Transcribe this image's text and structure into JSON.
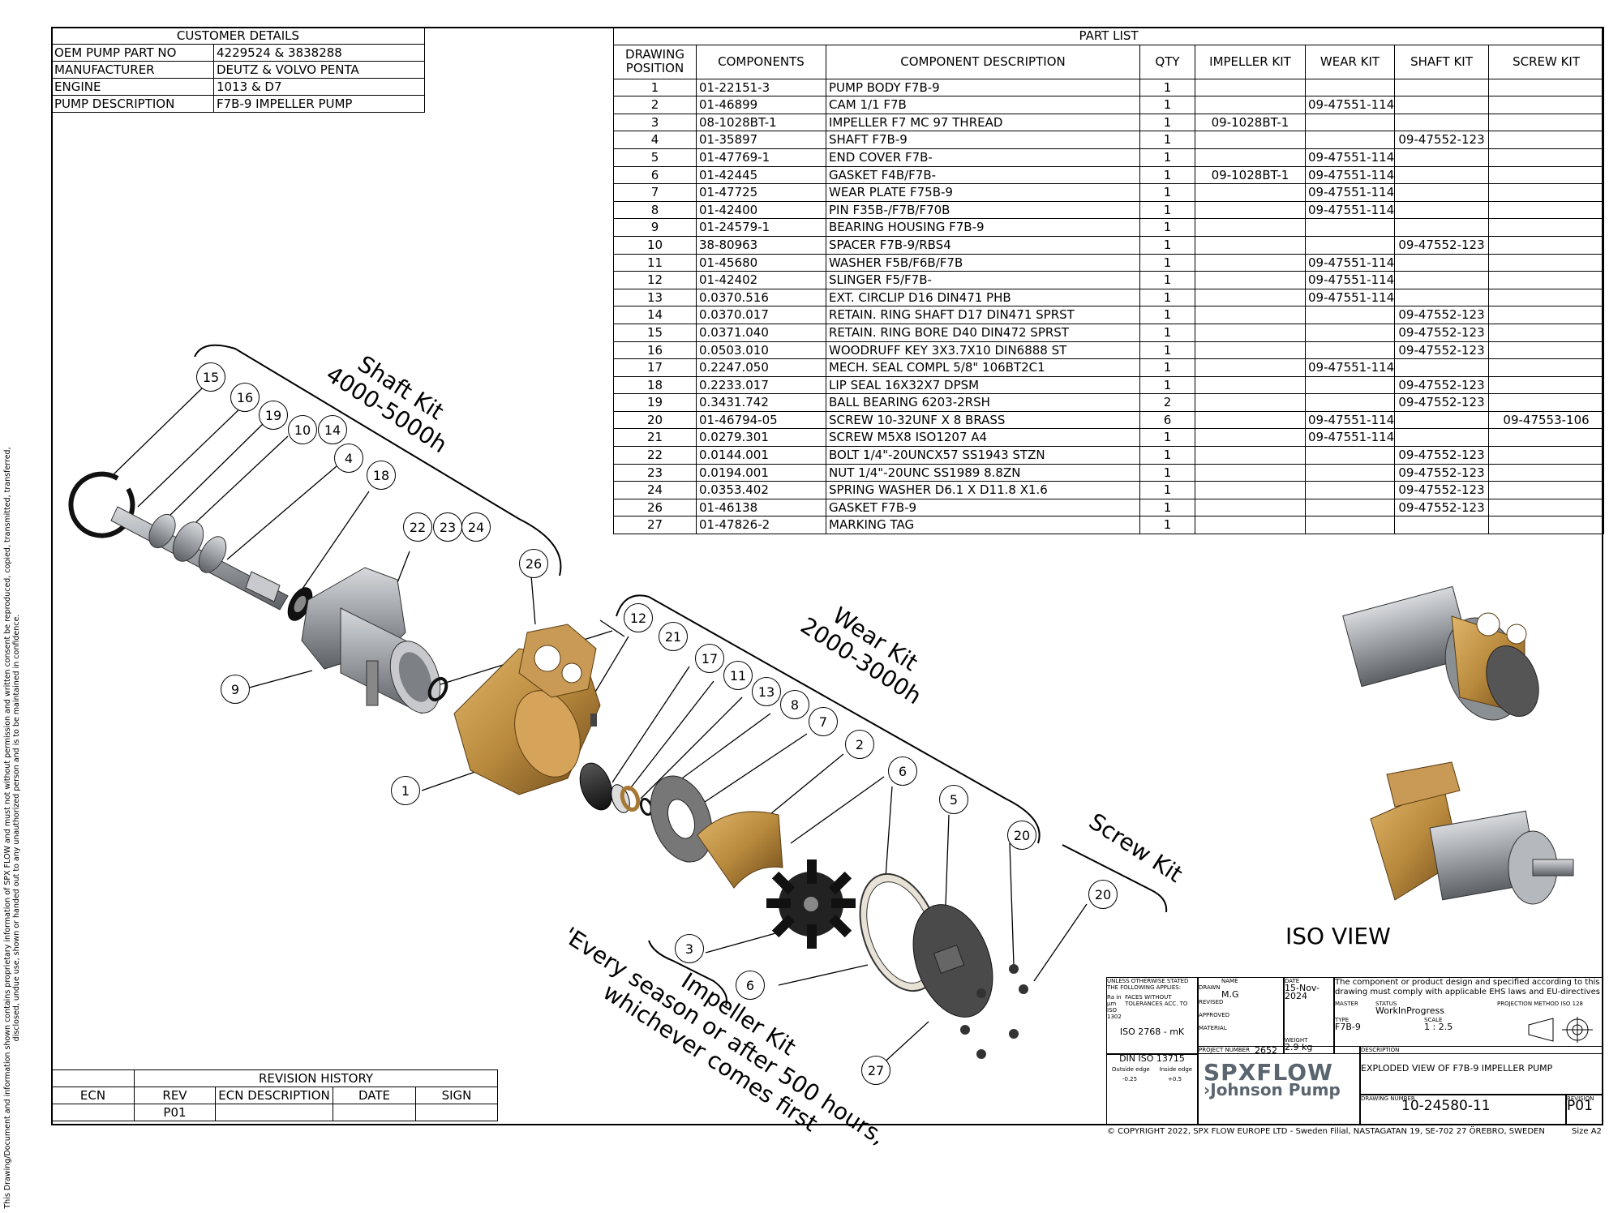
{
  "customer": {
    "title": "CUSTOMER DETAILS",
    "rows": [
      {
        "label": "OEM PUMP PART NO",
        "value": "4229524 & 3838288"
      },
      {
        "label": "MANUFACTURER",
        "value": "DEUTZ & VOLVO PENTA"
      },
      {
        "label": "ENGINE",
        "value": "1013 & D7"
      },
      {
        "label": "PUMP DESCRIPTION",
        "value": "F7B-9 IMPELLER PUMP"
      }
    ]
  },
  "part_list": {
    "title": "PART LIST",
    "headers": {
      "pos": "DRAWING POSITION",
      "comp": "COMPONENTS",
      "desc": "COMPONENT DESCRIPTION",
      "qty": "QTY",
      "imp": "IMPELLER KIT",
      "wear": "WEAR KIT",
      "shaft": "SHAFT KIT",
      "screw": "SCREW KIT"
    },
    "rows": [
      {
        "pos": "1",
        "comp": "01-22151-3",
        "desc": "PUMP BODY F7B-9",
        "qty": "1",
        "imp": "",
        "wear": "",
        "shaft": "",
        "screw": ""
      },
      {
        "pos": "2",
        "comp": "01-46899",
        "desc": "CAM 1/1 F7B",
        "qty": "1",
        "imp": "",
        "wear": "09-47551-114",
        "shaft": "",
        "screw": ""
      },
      {
        "pos": "3",
        "comp": "08-1028BT-1",
        "desc": "IMPELLER F7 MC 97 THREAD",
        "qty": "1",
        "imp": "09-1028BT-1",
        "wear": "",
        "shaft": "",
        "screw": ""
      },
      {
        "pos": "4",
        "comp": "01-35897",
        "desc": "SHAFT F7B-9",
        "qty": "1",
        "imp": "",
        "wear": "",
        "shaft": "09-47552-123",
        "screw": ""
      },
      {
        "pos": "5",
        "comp": "01-47769-1",
        "desc": "END COVER F7B-",
        "qty": "1",
        "imp": "",
        "wear": "09-47551-114",
        "shaft": "",
        "screw": ""
      },
      {
        "pos": "6",
        "comp": "01-42445",
        "desc": "GASKET F4B/F7B-",
        "qty": "1",
        "imp": "09-1028BT-1",
        "wear": "09-47551-114",
        "shaft": "",
        "screw": ""
      },
      {
        "pos": "7",
        "comp": "01-47725",
        "desc": "WEAR PLATE F75B-9",
        "qty": "1",
        "imp": "",
        "wear": "09-47551-114",
        "shaft": "",
        "screw": ""
      },
      {
        "pos": "8",
        "comp": "01-42400",
        "desc": "PIN F35B-/F7B/F70B",
        "qty": "1",
        "imp": "",
        "wear": "09-47551-114",
        "shaft": "",
        "screw": ""
      },
      {
        "pos": "9",
        "comp": "01-24579-1",
        "desc": "BEARING HOUSING F7B-9",
        "qty": "1",
        "imp": "",
        "wear": "",
        "shaft": "",
        "screw": ""
      },
      {
        "pos": "10",
        "comp": "38-80963",
        "desc": "SPACER F7B-9/RBS4",
        "qty": "1",
        "imp": "",
        "wear": "",
        "shaft": "09-47552-123",
        "screw": ""
      },
      {
        "pos": "11",
        "comp": "01-45680",
        "desc": "WASHER F5B/F6B/F7B",
        "qty": "1",
        "imp": "",
        "wear": "09-47551-114",
        "shaft": "",
        "screw": ""
      },
      {
        "pos": "12",
        "comp": "01-42402",
        "desc": "SLINGER F5/F7B-",
        "qty": "1",
        "imp": "",
        "wear": "09-47551-114",
        "shaft": "",
        "screw": ""
      },
      {
        "pos": "13",
        "comp": "0.0370.516",
        "desc": "EXT. CIRCLIP D16 DIN471 PHB",
        "qty": "1",
        "imp": "",
        "wear": "09-47551-114",
        "shaft": "",
        "screw": ""
      },
      {
        "pos": "14",
        "comp": "0.0370.017",
        "desc": "RETAIN. RING SHAFT D17 DIN471 SPRST",
        "qty": "1",
        "imp": "",
        "wear": "",
        "shaft": "09-47552-123",
        "screw": ""
      },
      {
        "pos": "15",
        "comp": "0.0371.040",
        "desc": "RETAIN. RING BORE D40 DIN472 SPRST",
        "qty": "1",
        "imp": "",
        "wear": "",
        "shaft": "09-47552-123",
        "screw": ""
      },
      {
        "pos": "16",
        "comp": "0.0503.010",
        "desc": "WOODRUFF KEY 3X3.7X10 DIN6888 ST",
        "qty": "1",
        "imp": "",
        "wear": "",
        "shaft": "09-47552-123",
        "screw": ""
      },
      {
        "pos": "17",
        "comp": "0.2247.050",
        "desc": "MECH. SEAL COMPL 5/8\" 106BT2C1",
        "qty": "1",
        "imp": "",
        "wear": "09-47551-114",
        "shaft": "",
        "screw": ""
      },
      {
        "pos": "18",
        "comp": "0.2233.017",
        "desc": "LIP SEAL 16X32X7 DPSM",
        "qty": "1",
        "imp": "",
        "wear": "",
        "shaft": "09-47552-123",
        "screw": ""
      },
      {
        "pos": "19",
        "comp": "0.3431.742",
        "desc": "BALL BEARING 6203-2RSH",
        "qty": "2",
        "imp": "",
        "wear": "",
        "shaft": "09-47552-123",
        "screw": ""
      },
      {
        "pos": "20",
        "comp": "01-46794-05",
        "desc": "SCREW 10-32UNF X 8 BRASS",
        "qty": "6",
        "imp": "",
        "wear": "09-47551-114",
        "shaft": "",
        "screw": "09-47553-106"
      },
      {
        "pos": "21",
        "comp": "0.0279.301",
        "desc": "SCREW M5X8 ISO1207 A4",
        "qty": "1",
        "imp": "",
        "wear": "09-47551-114",
        "shaft": "",
        "screw": ""
      },
      {
        "pos": "22",
        "comp": "0.0144.001",
        "desc": "BOLT 1/4\"-20UNCX57 SS1943 STZN",
        "qty": "1",
        "imp": "",
        "wear": "",
        "shaft": "09-47552-123",
        "screw": ""
      },
      {
        "pos": "23",
        "comp": "0.0194.001",
        "desc": "NUT 1/4\"-20UNC SS1989 8.8ZN",
        "qty": "1",
        "imp": "",
        "wear": "",
        "shaft": "09-47552-123",
        "screw": ""
      },
      {
        "pos": "24",
        "comp": "0.0353.402",
        "desc": "SPRING WASHER D6.1 X D11.8 X1.6",
        "qty": "1",
        "imp": "",
        "wear": "",
        "shaft": "09-47552-123",
        "screw": ""
      },
      {
        "pos": "26",
        "comp": "01-46138",
        "desc": "GASKET F7B-9",
        "qty": "1",
        "imp": "",
        "wear": "",
        "shaft": "09-47552-123",
        "screw": ""
      },
      {
        "pos": "27",
        "comp": "01-47826-2",
        "desc": "MARKING TAG",
        "qty": "1",
        "imp": "",
        "wear": "",
        "shaft": "",
        "screw": ""
      }
    ]
  },
  "kits": {
    "shaft": {
      "line1": "Shaft Kit",
      "line2": "4000-5000h"
    },
    "wear": {
      "line1": "Wear Kit",
      "line2": "2000-3000h"
    },
    "screw": {
      "line1": "Screw Kit"
    },
    "impeller": {
      "line1": "Impeller Kit",
      "line2": "'Every season or after 500 hours,",
      "line3": "whichever comes first"
    }
  },
  "balloons": [
    "15",
    "16",
    "19",
    "10",
    "14",
    "4",
    "18",
    "22",
    "23",
    "24",
    "26",
    "12",
    "21",
    "17",
    "11",
    "13",
    "8",
    "7",
    "2",
    "6",
    "5",
    "20",
    "20",
    "9",
    "1",
    "3",
    "6",
    "27"
  ],
  "iso_view": "ISO VIEW",
  "revision": {
    "title": "REVISION HISTORY",
    "headers": {
      "ecn": "ECN",
      "rev": "REV",
      "desc": "ECN DESCRIPTION",
      "date": "DATE",
      "sign": "SIGN"
    },
    "row": {
      "ecn": "",
      "rev": "P01",
      "desc": "",
      "date": "",
      "sign": ""
    }
  },
  "sidebar_note": "This Drawing/Document and information shown contains proprietary information of SPX FLOW and must not without permission and written consent be reproduced, copied, transmitted, transferred, disclosed, undue use, shown or handed out to any unauthorized person and is to be maintained in confidence.",
  "title_block": {
    "unless": "UNLESS OTHERWISE STATED THE FOLLOWING APPLIES:",
    "ra": "Ra in µm ISO 1302",
    "faces": "FACES WITHOUT TOLERANCES ACC. TO",
    "iso2768": "ISO 2768 - mK",
    "name_label": "NAME",
    "date_label": "DATE",
    "drawn_label": "DRAWN",
    "drawn_name": "M.G",
    "drawn_date": "15-Nov-2024",
    "revised_label": "REVISED",
    "approved_label": "APPROVED",
    "material_label": "MATERIAL",
    "weight_label": "WEIGHT",
    "weight": "2.9 kg",
    "notice": "The component or product design and specified according to this drawing must comply with applicable EHS laws and EU-directives",
    "master_label": "MASTER",
    "status_label": "STATUS",
    "status": "WorkInProgress",
    "projection_label": "PROJECTION METHOD ISO 128",
    "type_label": "TYPE",
    "type": "F7B-9",
    "scale_label": "SCALE",
    "scale": "1 : 2.5",
    "din": "DIN ISO 13715",
    "outside_edge": "Outside edge",
    "inside_edge": "Inside edge",
    "outside_val": "-0.25",
    "inside_val": "+0.5",
    "project_label": "PROJECT NUMBER",
    "project": "2652",
    "description_label": "DESCRIPTION",
    "description": "EXPLODED VIEW OF F7B-9 IMPELLER PUMP",
    "drawing_number_label": "DRAWING NUMBER",
    "drawing_number": "10-24580-11",
    "revision_label": "REVISION",
    "revision": "P01",
    "brand1": "SPXFLOW",
    "brand2": "Johnson Pump",
    "copyright": "© COPYRIGHT 2022, SPX FLOW EUROPE LTD - Sweden Filial, NASTAGATAN 19, SE-702 27 ÖREBRO, SWEDEN",
    "size": "Size  A2"
  },
  "colors": {
    "bronze": "#b98a3e",
    "bronze_dark": "#7a5520",
    "grey": "#9a9ea3",
    "dark": "#2b2b2b",
    "brand_blue": "#5a6570"
  }
}
